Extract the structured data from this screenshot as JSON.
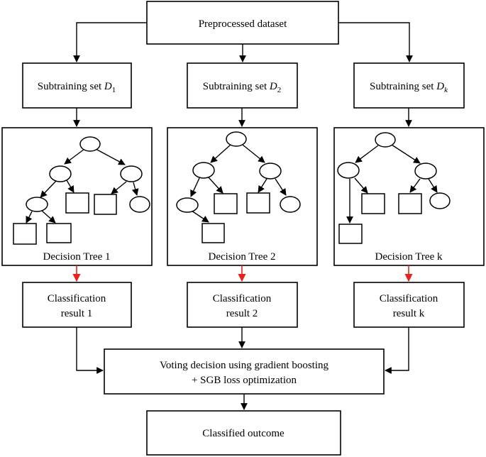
{
  "colors": {
    "stroke": "#000000",
    "background": "#ffffff",
    "tree_to_result_arrow": "#e8231a"
  },
  "top": {
    "label": "Preprocessed dataset"
  },
  "branches": [
    {
      "subset_prefix": "Subtraining set ",
      "subset_var": "D",
      "subset_sub": "1",
      "tree_label": "Decision Tree 1",
      "result_line1": "Classification",
      "result_line2": "result 1"
    },
    {
      "subset_prefix": "Subtraining set ",
      "subset_var": "D",
      "subset_sub": "2",
      "tree_label": "Decision Tree 2",
      "result_line1": "Classification",
      "result_line2": "result 2"
    },
    {
      "subset_prefix": "Subtraining set ",
      "subset_var": "D",
      "subset_sub": "k",
      "tree_label": "Decision Tree k",
      "result_line1": "Classification",
      "result_line2": "result k"
    }
  ],
  "voting": {
    "line1": "Voting decision using gradient boosting",
    "line2": "+ SGB loss optimization"
  },
  "final": {
    "label": "Classified outcome"
  }
}
